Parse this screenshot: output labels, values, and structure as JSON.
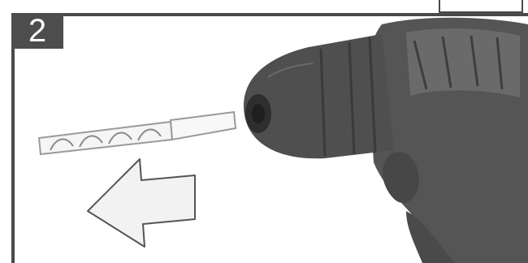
{
  "step": {
    "number": "2"
  },
  "illustration": {
    "subject": "drill-removing-bit",
    "arrow_direction": "left",
    "colors": {
      "frame": "#4a4a4a",
      "drill_body": "#555555",
      "chuck": "#4f4f4f",
      "arrow_fill": "#f2f2f2",
      "bit": "#f5f5f5"
    }
  }
}
